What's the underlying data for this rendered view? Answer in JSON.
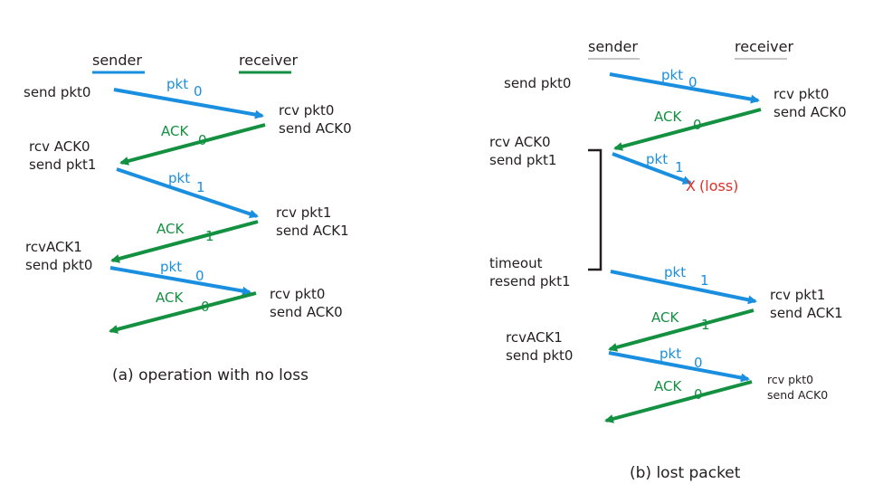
{
  "colors": {
    "pkt": "#1a8fe0",
    "ack": "#139040",
    "text": "#231f20",
    "loss": "#e0302a",
    "bracket": "#231f20",
    "underline_b": "#888888"
  },
  "panel_a": {
    "sender_header": "sender",
    "receiver_header": "receiver",
    "caption": "(a) operation with no loss",
    "sender_events": [
      [
        "send pkt0"
      ],
      [
        "rcv ACK0",
        "send pkt1"
      ],
      [
        "rcvACK1",
        "send pkt0"
      ]
    ],
    "receiver_events": [
      [
        "rcv pkt0",
        "send ACK0"
      ],
      [
        "rcv pkt1",
        "send ACK1"
      ],
      [
        "rcv pkt0",
        "send ACK0"
      ]
    ],
    "messages": [
      {
        "kind": "pkt",
        "label": "pkt",
        "seq": "0"
      },
      {
        "kind": "ack",
        "label": "ACK",
        "seq": "0"
      },
      {
        "kind": "pkt",
        "label": "pkt",
        "seq": "1"
      },
      {
        "kind": "ack",
        "label": "ACK",
        "seq": "1"
      },
      {
        "kind": "pkt",
        "label": "pkt",
        "seq": "0"
      },
      {
        "kind": "ack",
        "label": "ACK",
        "seq": "0"
      }
    ]
  },
  "panel_b": {
    "sender_header": "sender",
    "receiver_header": "receiver",
    "caption": "(b) lost packet",
    "loss_label": "X",
    "loss_text": "(loss)",
    "sender_events": [
      [
        "send pkt0"
      ],
      [
        "rcv ACK0",
        "send pkt1"
      ],
      [
        "timeout",
        "resend pkt1"
      ],
      [
        "rcvACK1",
        "send pkt0"
      ]
    ],
    "receiver_events": [
      [
        "rcv pkt0",
        "send ACK0"
      ],
      [
        "rcv pkt1",
        "send ACK1"
      ],
      [
        "rcv pkt0",
        "send ACK0"
      ]
    ],
    "messages": [
      {
        "kind": "pkt",
        "label": "pkt",
        "seq": "0"
      },
      {
        "kind": "ack",
        "label": "ACK",
        "seq": "0"
      },
      {
        "kind": "pkt",
        "label": "pkt",
        "seq": "1",
        "lost": true
      },
      {
        "kind": "pkt",
        "label": "pkt",
        "seq": "1"
      },
      {
        "kind": "ack",
        "label": "ACK",
        "seq": "1"
      },
      {
        "kind": "pkt",
        "label": "pkt",
        "seq": "0"
      },
      {
        "kind": "ack",
        "label": "ACK",
        "seq": "0"
      }
    ]
  }
}
